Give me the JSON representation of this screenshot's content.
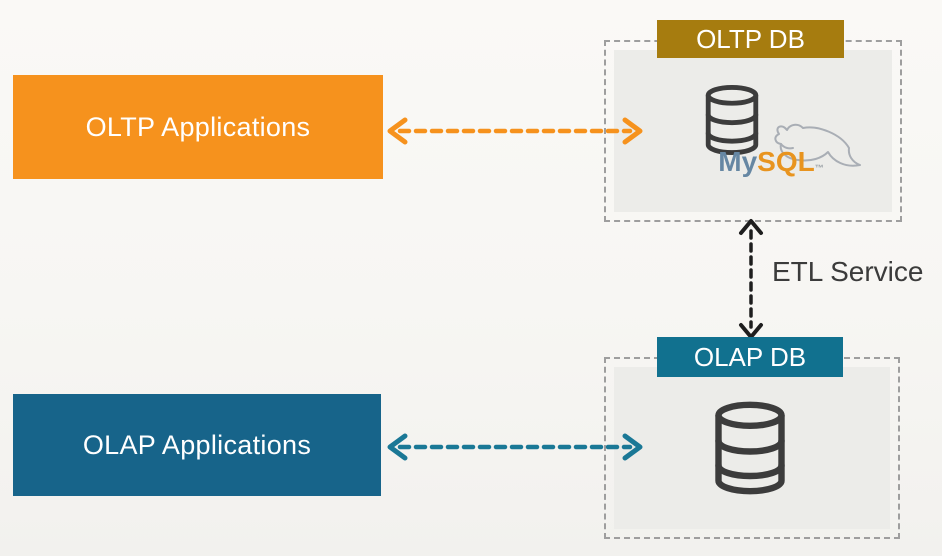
{
  "app_boxes": {
    "oltp": {
      "label": "OLTP Applications",
      "bg_color": "#F6921D",
      "text_color": "#FFFFFF"
    },
    "olap": {
      "label": "OLAP Applications",
      "bg_color": "#17648A",
      "text_color": "#FFFFFF"
    }
  },
  "db_groups": {
    "oltp": {
      "title": "OLTP DB",
      "header_color": "#A67C0F",
      "logo": {
        "part1": "My",
        "part1_color": "#6687A3",
        "part2": "SQL",
        "part2_color": "#E8941F",
        "trademark": "™"
      }
    },
    "olap": {
      "title": "OLAP DB",
      "header_color": "#11718F"
    }
  },
  "connections": {
    "oltp_link": {
      "type": "bidirectional-dashed-arrow",
      "color": "#F6921D"
    },
    "olap_link": {
      "type": "bidirectional-dashed-arrow",
      "color": "#1A7896"
    },
    "etl_link": {
      "type": "bidirectional-dashed-arrow",
      "color": "#1E1E1E",
      "label": "ETL Service",
      "label_color": "#3B3B3B"
    }
  },
  "palette": {
    "background": "#F7F6F3",
    "database_icon": "#3C3C3C",
    "dolphin_outline": "#A9AEB5",
    "dashed_border": "#9E9E9E",
    "group_fill": "#ECECE9"
  }
}
